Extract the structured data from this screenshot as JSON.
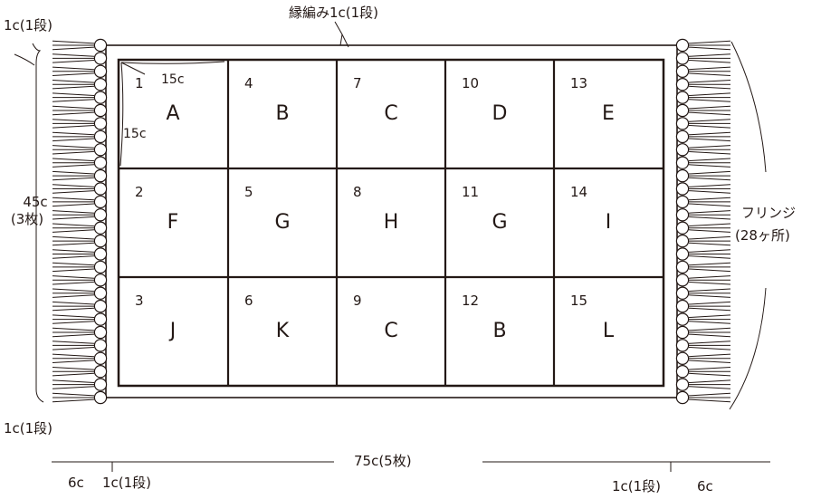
{
  "labels": {
    "top_border": "縁編み1c(1段)",
    "top_left_border": "1c(1段)",
    "bottom_left_border": "1c(1段)",
    "height": "45c",
    "height_count": "(3枚)",
    "fringe": "フリンジ",
    "fringe_count": "(28ヶ所)",
    "width": "75c(5枚)",
    "bottom_left_fringe": "6c",
    "bottom_left_edge": "1c(1段)",
    "bottom_right_edge": "1c(1段)",
    "bottom_right_fringe": "6c",
    "square_width": "15c",
    "square_height": "15c"
  },
  "squares": [
    {
      "number": "1",
      "letter": "A"
    },
    {
      "number": "4",
      "letter": "B"
    },
    {
      "number": "7",
      "letter": "C"
    },
    {
      "number": "10",
      "letter": "D"
    },
    {
      "number": "13",
      "letter": "E"
    },
    {
      "number": "2",
      "letter": "F"
    },
    {
      "number": "5",
      "letter": "G"
    },
    {
      "number": "8",
      "letter": "H"
    },
    {
      "number": "11",
      "letter": "G"
    },
    {
      "number": "14",
      "letter": "I"
    },
    {
      "number": "3",
      "letter": "J"
    },
    {
      "number": "6",
      "letter": "K"
    },
    {
      "number": "9",
      "letter": "C"
    },
    {
      "number": "12",
      "letter": "B"
    },
    {
      "number": "15",
      "letter": "L"
    }
  ]
}
